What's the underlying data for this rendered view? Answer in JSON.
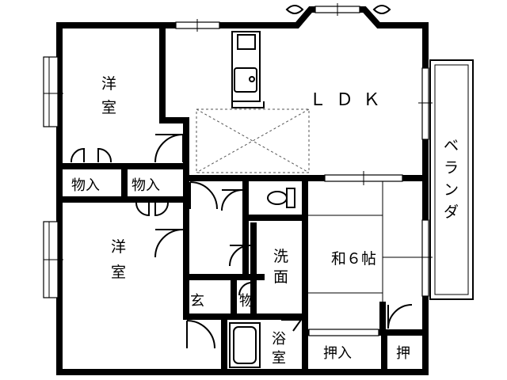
{
  "rooms": {
    "ldk": "ＬＤＫ",
    "western_top": [
      "洋",
      "室"
    ],
    "western_bottom": [
      "洋",
      "室"
    ],
    "closet_left": "物入",
    "closet_mid": "物入",
    "washroom": [
      "洗",
      "面"
    ],
    "japanese": "和６帖",
    "entrance": "玄",
    "entrance_storage": "物",
    "bath": [
      "浴",
      "室"
    ],
    "oshiire": "押入",
    "oshi": "押",
    "veranda": [
      "ベ",
      "ラ",
      "ン",
      "ダ"
    ]
  }
}
